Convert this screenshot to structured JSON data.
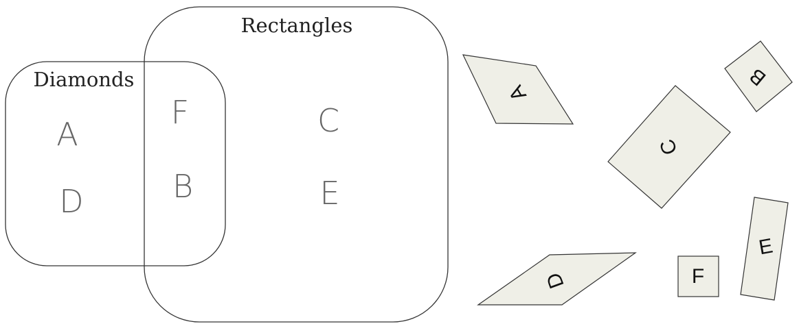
{
  "venn": {
    "rectangles_label": "Rectangles",
    "diamonds_label": "Diamonds",
    "diamonds_only": [
      "A",
      "D"
    ],
    "both": [
      "F",
      "B"
    ],
    "rectangles_only": [
      "C",
      "E"
    ]
  },
  "shapes": [
    {
      "letter": "A",
      "kind": "rhombus"
    },
    {
      "letter": "B",
      "kind": "square"
    },
    {
      "letter": "C",
      "kind": "rectangle"
    },
    {
      "letter": "D",
      "kind": "rhombus"
    },
    {
      "letter": "E",
      "kind": "rectangle"
    },
    {
      "letter": "F",
      "kind": "square"
    }
  ],
  "colors": {
    "shape_fill": "#efefe7",
    "stroke": "#333333",
    "handwriting": "#666666"
  }
}
